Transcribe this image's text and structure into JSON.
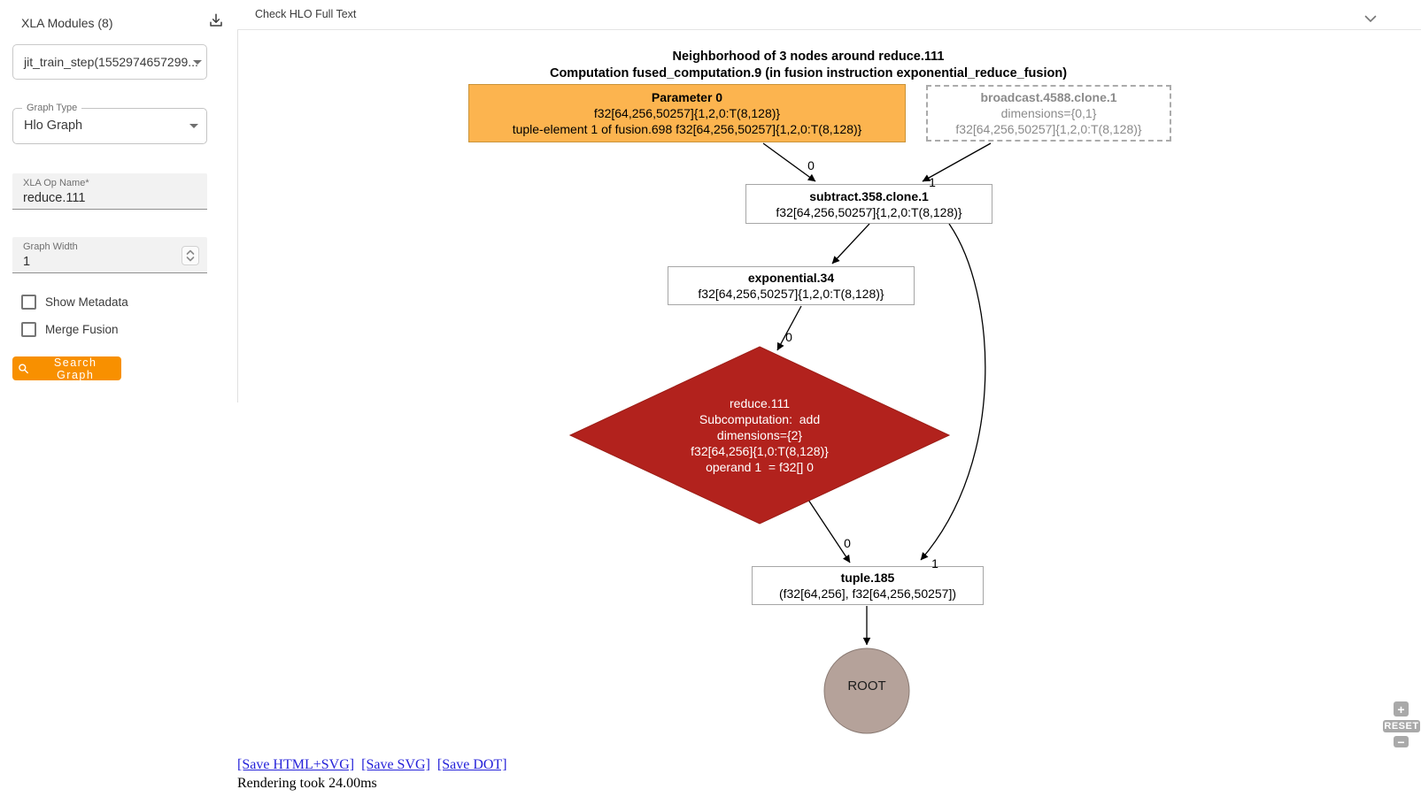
{
  "sidebar": {
    "title": "XLA Modules (8)",
    "module_select": {
      "value": "jit_train_step(1552974657299..."
    },
    "graph_type": {
      "label": "Graph Type",
      "value": "Hlo Graph"
    },
    "op_name": {
      "label": "XLA Op Name*",
      "value": "reduce.111"
    },
    "graph_width": {
      "label": "Graph Width",
      "value": "1"
    },
    "show_metadata": {
      "label": "Show Metadata",
      "checked": false
    },
    "merge_fusion": {
      "label": "Merge Fusion",
      "checked": false
    },
    "search_button": {
      "label": "Search Graph"
    }
  },
  "topbar": {
    "title": "Check HLO Full Text"
  },
  "graph": {
    "title_line1": "Neighborhood of 3 nodes around reduce.111",
    "title_line2": "Computation fused_computation.9 (in fusion instruction exponential_reduce_fusion)",
    "nodes": {
      "parameter0": {
        "title": "Parameter 0",
        "line2": "f32[64,256,50257]{1,2,0:T(8,128)}",
        "line3": "tuple-element 1 of fusion.698 f32[64,256,50257]{1,2,0:T(8,128)}",
        "fill": "#FCB44F"
      },
      "broadcast": {
        "title": "broadcast.4588.clone.1",
        "line2": "dimensions={0,1}",
        "line3": "f32[64,256,50257]{1,2,0:T(8,128)}",
        "border_style": "dashed"
      },
      "subtract": {
        "title": "subtract.358.clone.1",
        "line2": "f32[64,256,50257]{1,2,0:T(8,128)}"
      },
      "exponential": {
        "title": "exponential.34",
        "line2": "f32[64,256,50257]{1,2,0:T(8,128)}"
      },
      "reduce": {
        "title": "reduce.111",
        "subcomputation_label": "Subcomputation:",
        "subcomputation_value": "add",
        "line3": "dimensions={2}",
        "line4": "f32[64,256]{1,0:T(8,128)}",
        "operand_label": "operand 1",
        "operand_value": "= f32[] 0",
        "fill": "#B2221D"
      },
      "tuple": {
        "title": "tuple.185",
        "line2": "(f32[64,256], f32[64,256,50257])"
      },
      "root": {
        "title": "ROOT",
        "fill": "#B5A29A"
      }
    },
    "edge_labels": {
      "param_to_subtract": "0",
      "broadcast_to_subtract": "1",
      "exponential_to_reduce": "0",
      "reduce_to_tuple": "0",
      "subtract_to_tuple": "1"
    }
  },
  "footer": {
    "links": {
      "save_html_svg": "[Save HTML+SVG]",
      "save_svg": "[Save SVG]",
      "save_dot": "[Save DOT]"
    },
    "status": "Rendering took 24.00ms"
  },
  "zoom_controls": {
    "plus": "+",
    "reset": "RESET",
    "minus": "−"
  }
}
